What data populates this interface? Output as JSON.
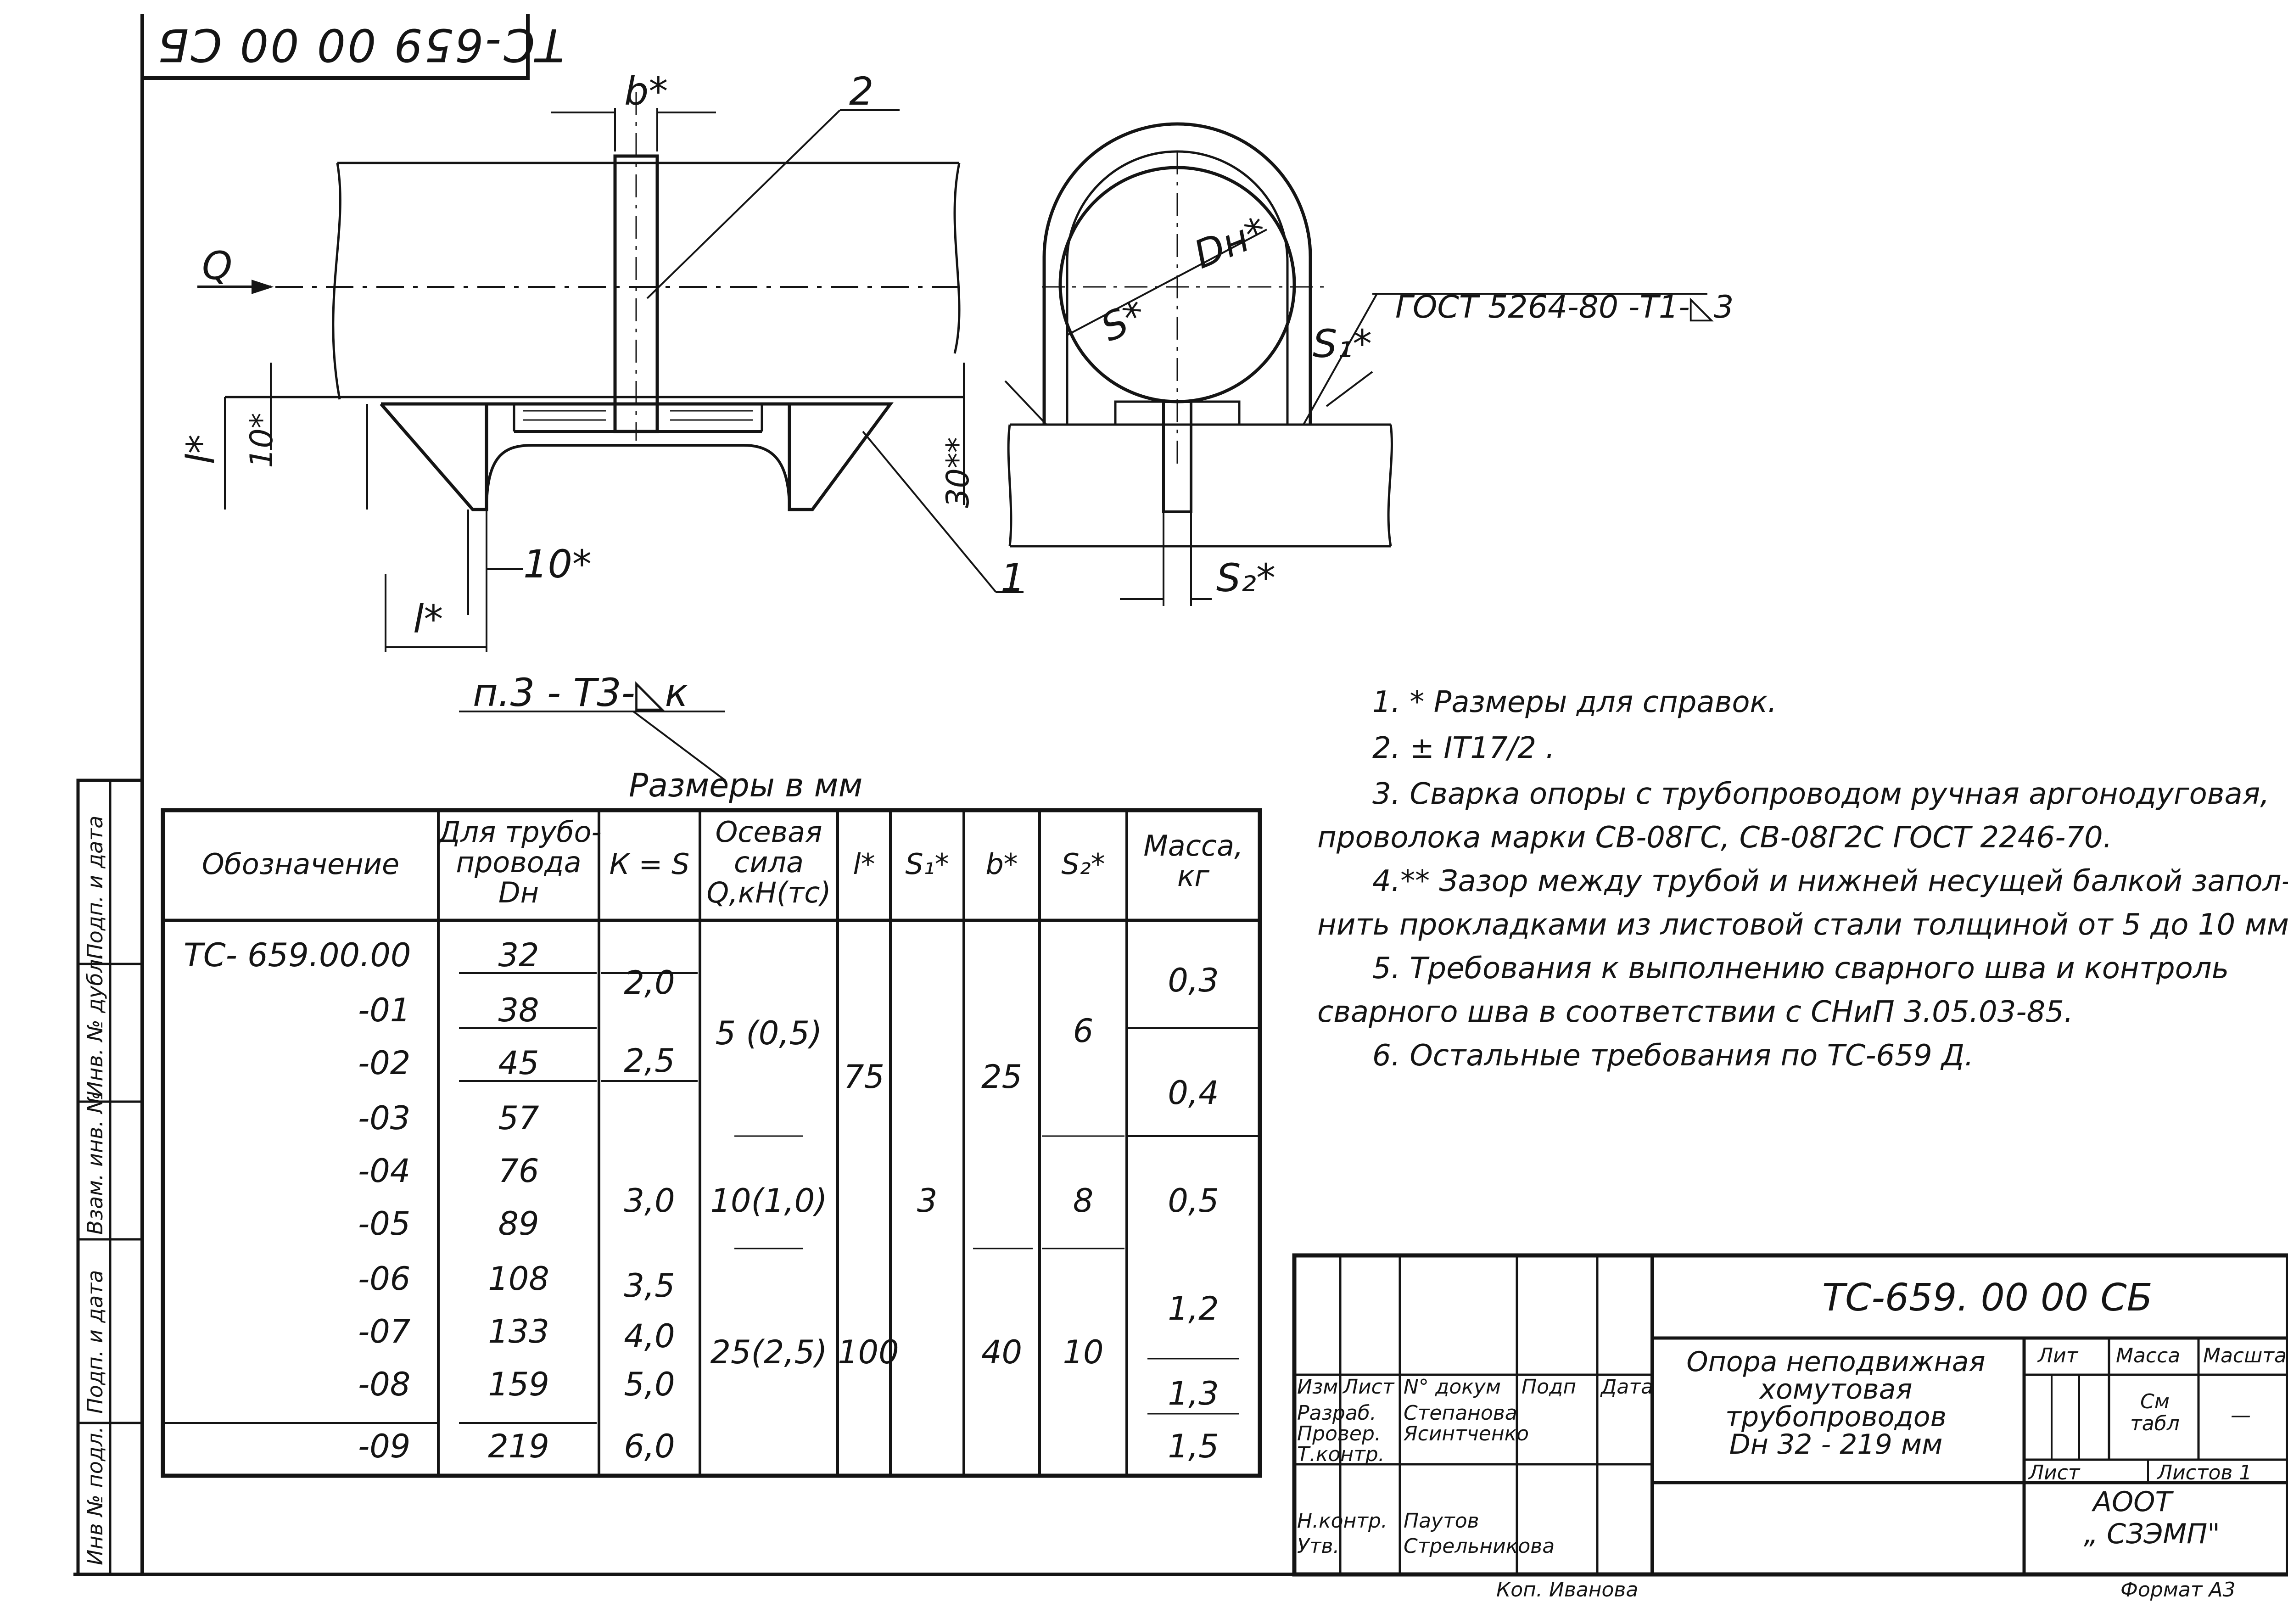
{
  "stamp": {
    "reversed_code": "TC-659 00 00 СБ"
  },
  "drawing_labels": {
    "b": "b*",
    "pos2": "2",
    "q": "Q",
    "l_left": "l*",
    "ten_vert": "10*",
    "ten_horiz": "10*",
    "l_bottom": "l*",
    "weld_left": "п.3 - Т3-◺к",
    "thirty": "30**",
    "pos1": "1",
    "dn": "Dн*",
    "s": "S*",
    "s1": "S₁*",
    "s2": "S₂*",
    "gost_weld": "ГОСТ 5264-80 -Т1-◺3"
  },
  "notes": [
    "1. * Размеры для справок.",
    "2. ± IT17/2 .",
    "3. Сварка опоры с трубопроводом ручная аргонодуговая,",
    "проволока марки СВ-08ГС, СВ-08Г2С ГОСТ 2246-70.",
    "4.** Зазор между трубой и нижней несущей балкой запол-",
    "нить прокладками из листовой стали толщиной от 5 до 10 мм",
    "5. Требования к выполнению сварного шва и контроль",
    "сварного шва в соответствии с СНиП 3.05.03-85.",
    "6. Остальные требования по ТС-659 Д."
  ],
  "table": {
    "units": "Размеры в мм",
    "headers": [
      "Обозначение",
      "Для трубо-\nпровода\nDн",
      "К = S",
      "Осевая\nсила\nQ,кН(тс)",
      "l*",
      "S₁*",
      "b*",
      "S₂*",
      "Масса,\nкг"
    ],
    "designations": [
      "TC- 659.00.00",
      "-01",
      "-02",
      "-03",
      "-04",
      "-05",
      "-06",
      "-07",
      "-08",
      "-09"
    ],
    "dn": [
      "32",
      "38",
      "45",
      "57",
      "76",
      "89",
      "108",
      "133",
      "159",
      "219"
    ],
    "k": [
      "2,0",
      "2,5",
      "3,0",
      "3,5",
      "4,0",
      "5,0",
      "6,0"
    ],
    "q": [
      "5 (0,5)",
      "10(1,0)",
      "25(2,5)"
    ],
    "l": [
      "75",
      "100"
    ],
    "s1": [
      "3"
    ],
    "b": [
      "25",
      "40"
    ],
    "s2": [
      "6",
      "8",
      "10"
    ],
    "mass": [
      "0,3",
      "0,4",
      "0,5",
      "1,2",
      "1,3",
      "1,5"
    ]
  },
  "title_block": {
    "code": "TC-659. 00 00 СБ",
    "name": [
      "Опора неподвижная",
      "хомутовая",
      "трубопроводов",
      "Dн 32 - 219 мм"
    ],
    "col_heads": [
      "Изм",
      "Лист",
      "N° докум",
      "Подп",
      "Дата"
    ],
    "roles": [
      "Разраб.",
      "Провер.",
      "Т.контр.",
      "Н.контр.",
      "Утв."
    ],
    "people": [
      "Степанова",
      "Ясинтченко",
      "Паутов",
      "Стрельникова"
    ],
    "lit_label": "Лит",
    "mass_label": "Масса",
    "scale_label": "Масштаб",
    "mass_value": "См\nтабл",
    "scale_value": "—",
    "sheet_label": "Лист",
    "sheets_label": "Листов 1",
    "org": [
      "АООТ",
      "„ СЗЭМП\""
    ],
    "copied": "Коп. Иванова",
    "format": "Формат А3"
  },
  "side_stamp": [
    "Инв № подл.",
    "Подп. и дата",
    "Взам. инв. №",
    "Инв. № дубл.",
    "Подп. и дата"
  ]
}
